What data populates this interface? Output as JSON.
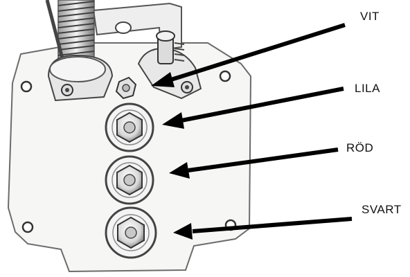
{
  "labels": {
    "vit": "VIT",
    "lila": "LILA",
    "rod": "RÖD",
    "svart": "SVART"
  },
  "colors": {
    "plate": "#f6f6f4",
    "plate_edge": "#6b6b6b",
    "metal": "#d9dadc",
    "metal_dark": "#5a5a5a",
    "arrow": "#000000"
  },
  "icons": {
    "vit_terminal": "screw-post-icon",
    "lila_terminal": "nut-terminal-icon",
    "rod_terminal": "nut-terminal-icon",
    "svart_terminal": "nut-terminal-icon"
  }
}
